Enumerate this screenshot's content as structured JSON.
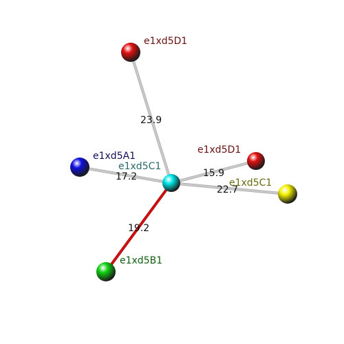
{
  "bond_colors": {
    "default": "#c8c8c8",
    "highlight": "#d01010"
  },
  "atoms": [
    {
      "id": "center",
      "label": "e1xd5C1",
      "color": "#00e5e8",
      "label_color": "#2a6a6a"
    },
    {
      "id": "top",
      "label": "e1xd5D1",
      "color": "#e01010",
      "label_color": "#6a1010"
    },
    {
      "id": "right",
      "label": "e1xd5D1",
      "color": "#e01010",
      "label_color": "#6a1010"
    },
    {
      "id": "left",
      "label": "e1xd5A1",
      "color": "#1010e0",
      "label_color": "#10105a"
    },
    {
      "id": "far-right",
      "label": "e1xd5C1",
      "color": "#f2f000",
      "label_color": "#6a6a10"
    },
    {
      "id": "bottom",
      "label": "e1xd5B1",
      "color": "#10d010",
      "label_color": "#106010"
    }
  ],
  "bonds": [
    {
      "from": "center",
      "to": "top",
      "distance": "23.9",
      "highlight": false
    },
    {
      "from": "center",
      "to": "right",
      "distance": "15.9",
      "highlight": false
    },
    {
      "from": "center",
      "to": "left",
      "distance": "17.2",
      "highlight": false
    },
    {
      "from": "center",
      "to": "far-right",
      "distance": "22.7",
      "highlight": false
    },
    {
      "from": "center",
      "to": "bottom",
      "distance": "19.2",
      "highlight": true
    }
  ]
}
